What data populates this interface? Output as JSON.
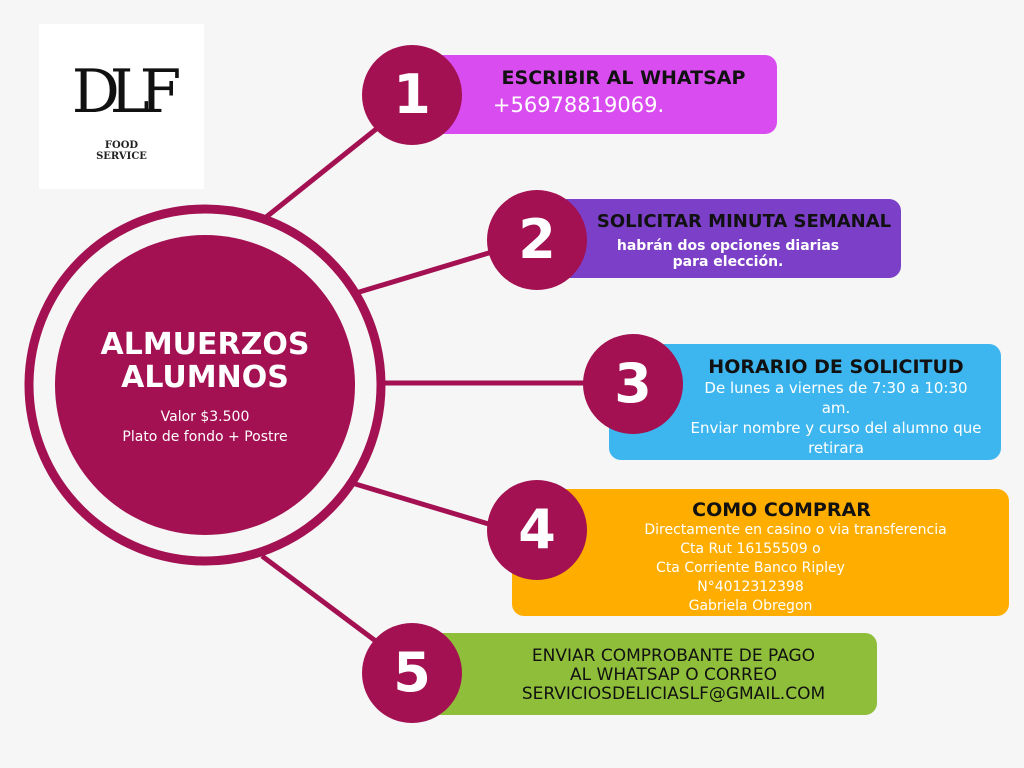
{
  "logo": {
    "letters": "DLF",
    "subtitle_line1": "FOOD",
    "subtitle_line2": "SERVICE"
  },
  "center": {
    "title_line1": "ALMUERZOS",
    "title_line2": "ALUMNOS",
    "price": "Valor $3.500",
    "menu": "Plato de fondo + Postre"
  },
  "colors": {
    "maroon": "#a31152",
    "step1": "#d94cf0",
    "step2": "#7b3fc8",
    "step3": "#3db6ef",
    "step4": "#ffae00",
    "step5": "#8fbe3a"
  },
  "steps": [
    {
      "number": "1",
      "title": "ESCRIBIR AL WHATSAP",
      "lines": [
        "+56978819069."
      ]
    },
    {
      "number": "2",
      "title": "SOLICITAR MINUTA SEMANAL",
      "lines": [
        "habrán dos opciones diarias",
        "para elección."
      ]
    },
    {
      "number": "3",
      "title": "HORARIO DE SOLICITUD",
      "lines": [
        "De lunes a viernes de 7:30 a 10:30",
        "am.",
        "Enviar nombre y curso del alumno que",
        "retirara"
      ]
    },
    {
      "number": "4",
      "title": "COMO COMPRAR",
      "lines": [
        "Directamente en casino o via transferencia",
        "Cta Rut 16155509 o",
        "Cta Corriente Banco Ripley",
        "N°4012312398",
        "Gabriela Obregon"
      ]
    },
    {
      "number": "5",
      "title": "",
      "lines": [
        "ENVIAR COMPROBANTE DE PAGO",
        "AL WHATSAP O CORREO",
        "SERVICIOSDELICIASLF@GMAIL.COM"
      ]
    }
  ]
}
